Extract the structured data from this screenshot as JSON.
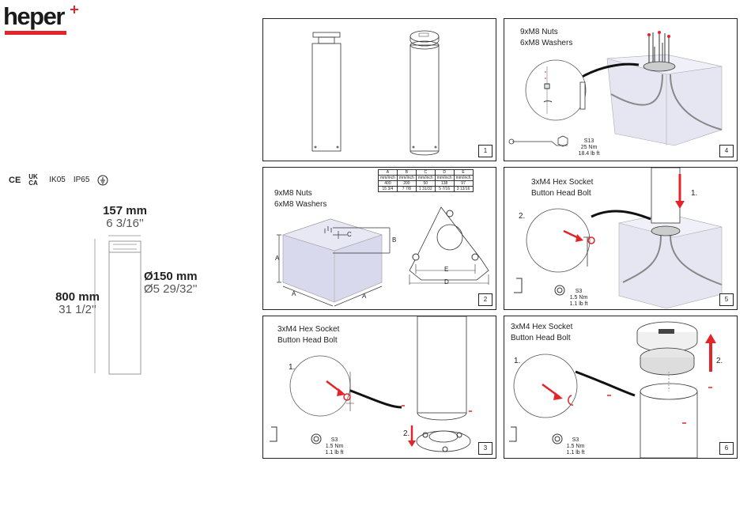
{
  "brand": {
    "name": "heper"
  },
  "certifications": [
    "CE",
    "UK CA",
    "IK05",
    "IP65"
  ],
  "product_dims": {
    "width_mm": "157 mm",
    "width_in": "6 3/16''",
    "height_mm": "800 mm",
    "height_in": "31 1/2''",
    "diameter_mm": "Ø150 mm",
    "diameter_in": "Ø5 29/32''"
  },
  "panels": {
    "p1": {
      "number": "1"
    },
    "p2": {
      "number": "2",
      "label1": "9xM8 Nuts",
      "label2": "6xM8 Washers",
      "table": {
        "headers": [
          "A",
          "B",
          "C",
          "D",
          "E"
        ],
        "units": [
          "mm/inch",
          "mm/inch",
          "mm/inch",
          "mm/inch",
          "mm/inch"
        ],
        "mm": [
          "400",
          "200",
          "50",
          "138",
          "97"
        ],
        "inch": [
          "15 3/4",
          "7 7/8",
          "1 31/32",
          "5 7/16",
          "3 13/16"
        ]
      },
      "dim_letters": {
        "a": "A",
        "b": "B",
        "c": "C",
        "d": "D",
        "e": "E"
      }
    },
    "p3": {
      "number": "3",
      "label1": "3xM4 Hex Socket",
      "label2": "Button Head Bolt",
      "step1": "1.",
      "step2": "2.",
      "tool": "S3",
      "torque_nm": "1.5 Nm",
      "torque_lb": "1.1 lb ft"
    },
    "p4": {
      "number": "4",
      "label1": "9xM8 Nuts",
      "label2": "6xM8 Washers",
      "tool": "S13",
      "torque_nm": "25 Nm",
      "torque_lb": "18.4 lb ft"
    },
    "p5": {
      "number": "5",
      "label1": "3xM4 Hex Socket",
      "label2": "Button Head Bolt",
      "step1": "1.",
      "step2": "2.",
      "tool": "S3",
      "torque_nm": "1.5 Nm",
      "torque_lb": "1.1 lb ft"
    },
    "p6": {
      "number": "6",
      "label1": "3xM4 Hex Socket",
      "label2": "Button Head Bolt",
      "step1": "1.",
      "step2": "2.",
      "tool": "S3",
      "torque_nm": "1.5 Nm",
      "torque_lb": "1.1 lb ft"
    }
  },
  "colors": {
    "brand_red": "#e3242b",
    "concrete_fill": "#d9d9ee",
    "arrow_red": "#e3242b"
  }
}
